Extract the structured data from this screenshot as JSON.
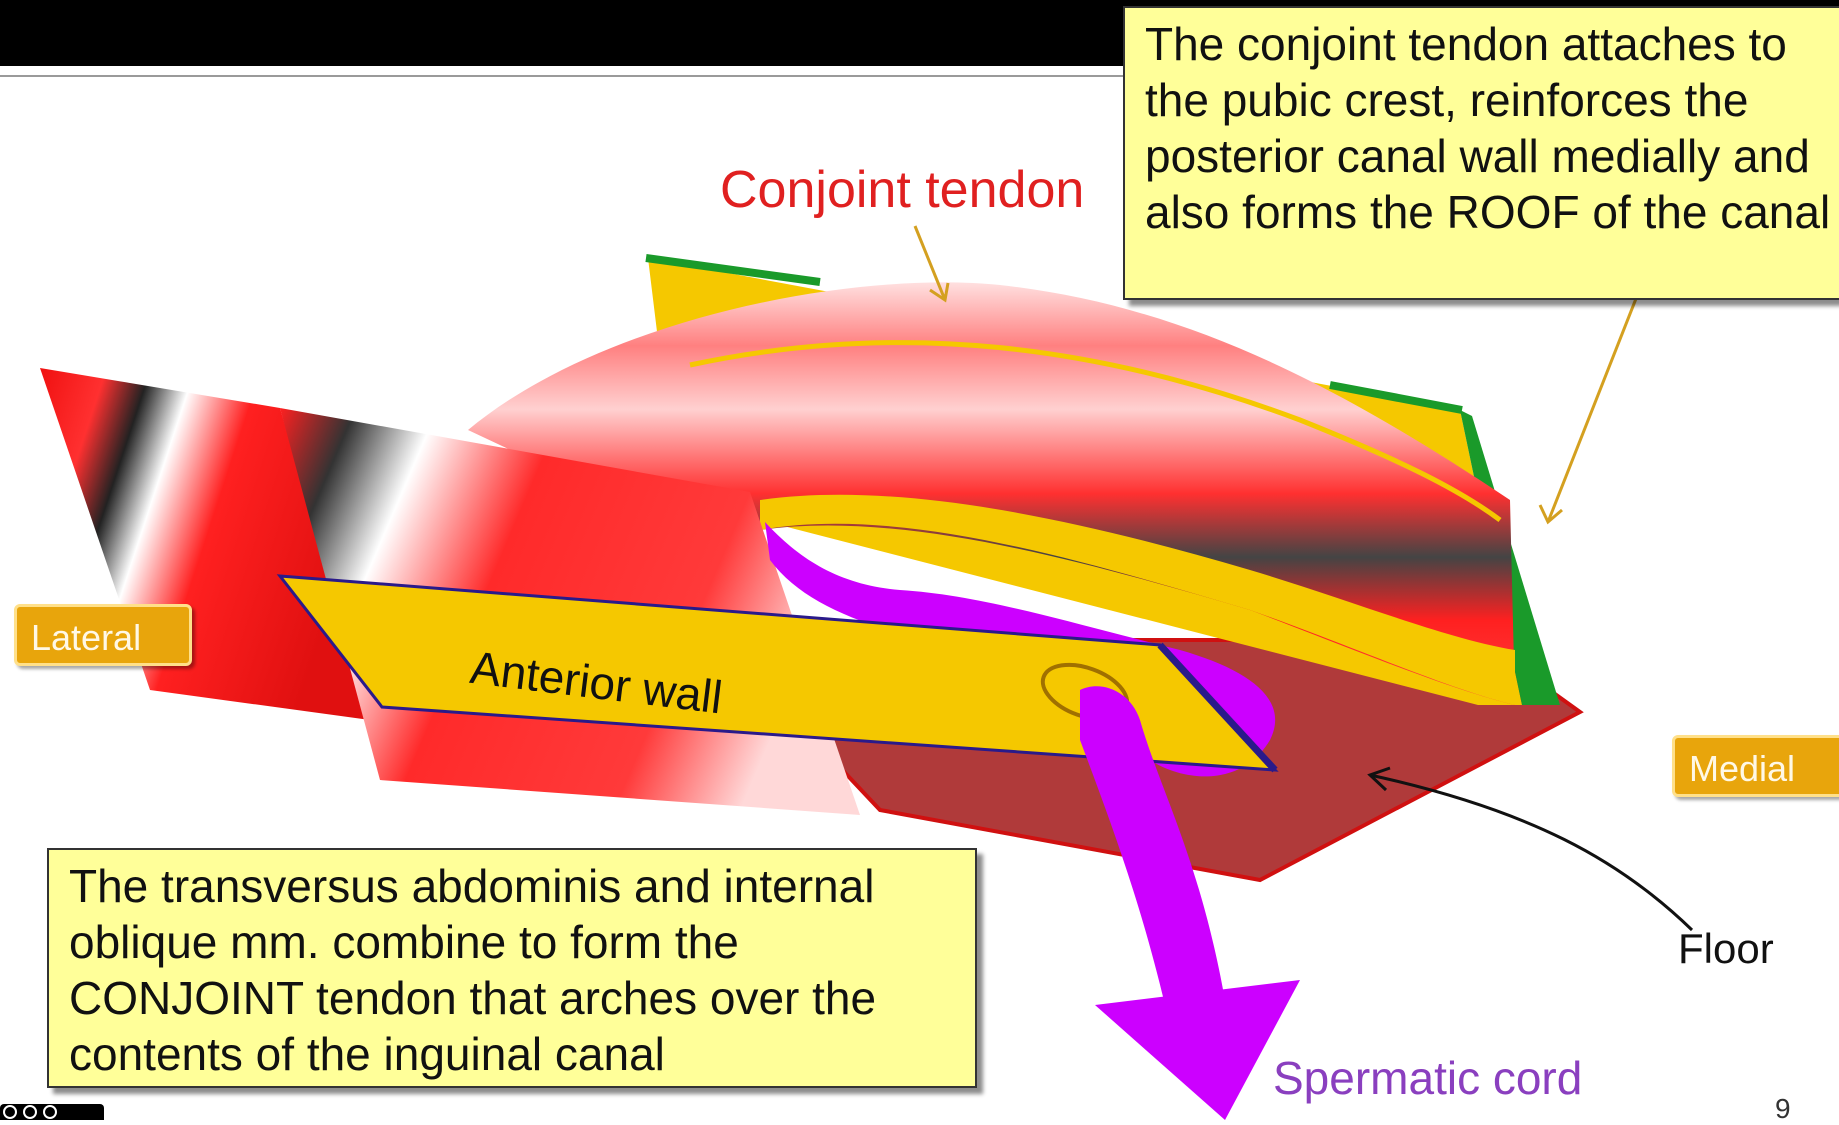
{
  "note_top": "The conjoint tendon attaches to the pubic crest, reinforces the posterior canal wall medially and also forms the ROOF of the canal",
  "note_bottom": "The transversus abdominis and internal oblique mm. combine to form the CONJOINT tendon that arches over the contents of the inguinal canal",
  "labels": {
    "conjoint_tendon": "Conjoint tendon",
    "anterior_wall": "Anterior wall",
    "lateral": "Lateral",
    "medial": "Medial",
    "floor": "Floor",
    "spermatic_cord": "Spermatic cord"
  },
  "slide_number": "9",
  "colors": {
    "muscle_red": "#f02020",
    "tendon_yellow": "#f5c800",
    "cord_purple": "#cc00ff",
    "floor_brown": "#b03a3a",
    "edge_green": "#1a9a2a",
    "note_fill": "#ffff99",
    "side_label_fill": "#e8a50c"
  },
  "icons": [
    "creative-commons-icon"
  ]
}
